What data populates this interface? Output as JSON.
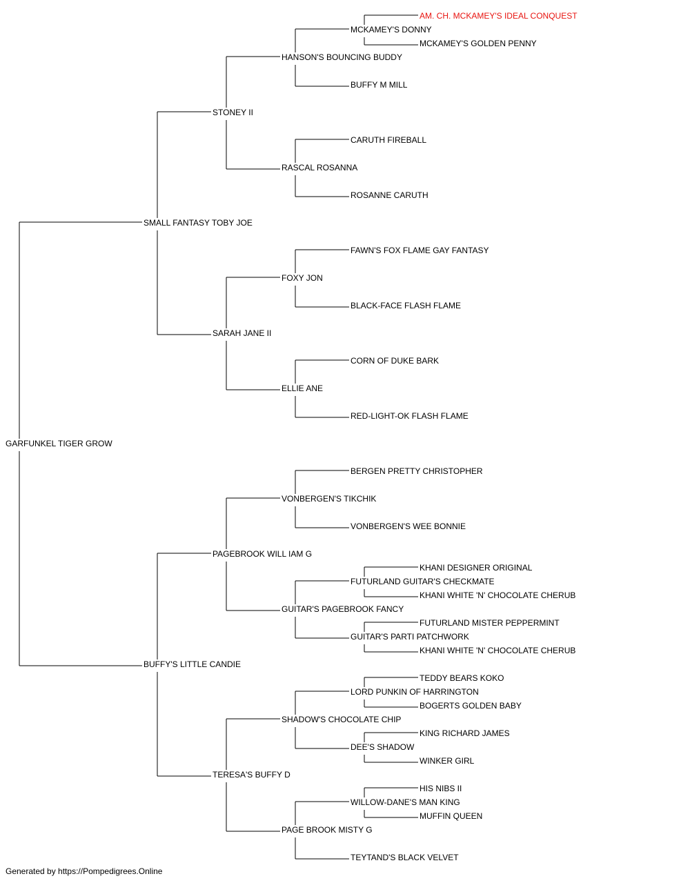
{
  "subject": "GARFUNKEL TIGER GROW",
  "footer": "Generated by https://Pompedigrees.Online",
  "colors": {
    "text": "#000000",
    "line": "#000000",
    "highlight": "#e8130f",
    "background": "#ffffff"
  },
  "pedigree": [
    {
      "id": "n0",
      "name": "GARFUNKEL TIGER GROW",
      "generation": 0
    },
    {
      "id": "n1",
      "name": "SMALL FANTASY TOBY JOE",
      "generation": 1,
      "parent": "n0"
    },
    {
      "id": "n2",
      "name": "STONEY II",
      "generation": 2,
      "parent": "n1"
    },
    {
      "id": "n3",
      "name": "HANSON'S BOUNCING BUDDY",
      "generation": 3,
      "parent": "n2"
    },
    {
      "id": "n4",
      "name": "MCKAMEY'S DONNY",
      "generation": 4,
      "parent": "n3"
    },
    {
      "id": "n5",
      "name": "AM. CH. MCKAMEY'S IDEAL CONQUEST",
      "generation": 5,
      "parent": "n4",
      "highlight": true
    },
    {
      "id": "n6",
      "name": "MCKAMEY'S GOLDEN PENNY",
      "generation": 5,
      "parent": "n4"
    },
    {
      "id": "n7",
      "name": "BUFFY M MILL",
      "generation": 4,
      "parent": "n3"
    },
    {
      "id": "n8",
      "name": "RASCAL ROSANNA",
      "generation": 3,
      "parent": "n2"
    },
    {
      "id": "n9",
      "name": "CARUTH FIREBALL",
      "generation": 4,
      "parent": "n8"
    },
    {
      "id": "n10",
      "name": "ROSANNE CARUTH",
      "generation": 4,
      "parent": "n8"
    },
    {
      "id": "n11",
      "name": "SARAH JANE II",
      "generation": 2,
      "parent": "n1"
    },
    {
      "id": "n12",
      "name": "FOXY JON",
      "generation": 3,
      "parent": "n11"
    },
    {
      "id": "n13",
      "name": "FAWN'S FOX FLAME GAY FANTASY",
      "generation": 4,
      "parent": "n12"
    },
    {
      "id": "n14",
      "name": "BLACK-FACE FLASH FLAME",
      "generation": 4,
      "parent": "n12"
    },
    {
      "id": "n15",
      "name": "ELLIE ANE",
      "generation": 3,
      "parent": "n11"
    },
    {
      "id": "n16",
      "name": "CORN OF DUKE BARK",
      "generation": 4,
      "parent": "n15"
    },
    {
      "id": "n17",
      "name": "RED-LIGHT-OK FLASH FLAME",
      "generation": 4,
      "parent": "n15"
    },
    {
      "id": "n18",
      "name": "BUFFY'S LITTLE CANDIE",
      "generation": 1,
      "parent": "n0"
    },
    {
      "id": "n19",
      "name": "PAGEBROOK WILL IAM G",
      "generation": 2,
      "parent": "n18"
    },
    {
      "id": "n20",
      "name": "VONBERGEN'S TIKCHIK",
      "generation": 3,
      "parent": "n19"
    },
    {
      "id": "n21",
      "name": "BERGEN PRETTY CHRISTOPHER",
      "generation": 4,
      "parent": "n20"
    },
    {
      "id": "n22",
      "name": "VONBERGEN'S WEE BONNIE",
      "generation": 4,
      "parent": "n20"
    },
    {
      "id": "n23",
      "name": "GUITAR'S PAGEBROOK FANCY",
      "generation": 3,
      "parent": "n19"
    },
    {
      "id": "n24",
      "name": "FUTURLAND GUITAR'S CHECKMATE",
      "generation": 4,
      "parent": "n23"
    },
    {
      "id": "n25",
      "name": "KHANI DESIGNER ORIGINAL",
      "generation": 5,
      "parent": "n24"
    },
    {
      "id": "n26",
      "name": "KHANI WHITE 'N' CHOCOLATE CHERUB",
      "generation": 5,
      "parent": "n24"
    },
    {
      "id": "n27",
      "name": "GUITAR'S PARTI PATCHWORK",
      "generation": 4,
      "parent": "n23"
    },
    {
      "id": "n28",
      "name": "FUTURLAND MISTER PEPPERMINT",
      "generation": 5,
      "parent": "n27"
    },
    {
      "id": "n29",
      "name": "KHANI WHITE 'N' CHOCOLATE CHERUB",
      "generation": 5,
      "parent": "n27"
    },
    {
      "id": "n30",
      "name": "TERESA'S BUFFY D",
      "generation": 2,
      "parent": "n18"
    },
    {
      "id": "n31",
      "name": "SHADOW'S CHOCOLATE CHIP",
      "generation": 3,
      "parent": "n30"
    },
    {
      "id": "n32",
      "name": "LORD PUNKIN OF HARRINGTON",
      "generation": 4,
      "parent": "n31"
    },
    {
      "id": "n33",
      "name": "TEDDY BEARS KOKO",
      "generation": 5,
      "parent": "n32"
    },
    {
      "id": "n34",
      "name": "BOGERTS GOLDEN BABY",
      "generation": 5,
      "parent": "n32"
    },
    {
      "id": "n35",
      "name": "DEE'S SHADOW",
      "generation": 4,
      "parent": "n31"
    },
    {
      "id": "n36",
      "name": "KING RICHARD JAMES",
      "generation": 5,
      "parent": "n35"
    },
    {
      "id": "n37",
      "name": "WINKER GIRL",
      "generation": 5,
      "parent": "n35"
    },
    {
      "id": "n38",
      "name": "PAGE BROOK MISTY G",
      "generation": 3,
      "parent": "n30"
    },
    {
      "id": "n39",
      "name": "WILLOW-DANE'S MAN KING",
      "generation": 4,
      "parent": "n38"
    },
    {
      "id": "n40",
      "name": "HIS NIBS II",
      "generation": 5,
      "parent": "n39"
    },
    {
      "id": "n41",
      "name": "MUFFIN QUEEN",
      "generation": 5,
      "parent": "n39"
    },
    {
      "id": "n42",
      "name": "TEYTAND'S BLACK VELVET",
      "generation": 4,
      "parent": "n38"
    }
  ]
}
